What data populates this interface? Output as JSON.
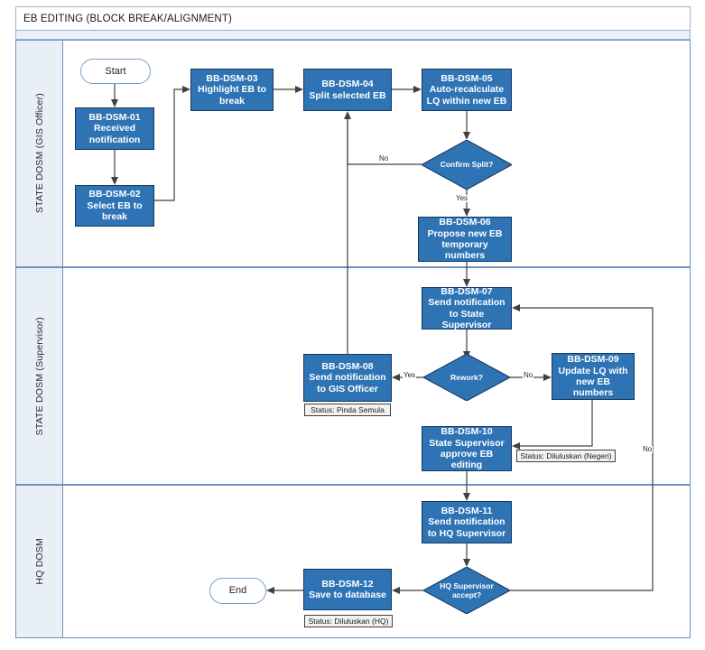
{
  "pool": {
    "title": "EB EDITING (BLOCK BREAK/ALIGNMENT)"
  },
  "lanes": [
    {
      "id": "lane-gis-officer",
      "label": "STATE DOSM (GIS Officer)"
    },
    {
      "id": "lane-state-supervisor",
      "label": "STATE DOSM (Supervisor)"
    },
    {
      "id": "lane-hq-dosm",
      "label": "HQ DOSM"
    }
  ],
  "nodes": {
    "start": {
      "label": "Start"
    },
    "end": {
      "label": "End"
    },
    "dsm01": {
      "code": "BB-DSM-01",
      "line1": "Received",
      "line2": "notification"
    },
    "dsm02": {
      "code": "BB-DSM-02",
      "line1": "Select EB to break"
    },
    "dsm03": {
      "code": "BB-DSM-03",
      "line1": "Highlight EB to",
      "line2": "break"
    },
    "dsm04": {
      "code": "BB-DSM-04",
      "line1": "Split selected EB"
    },
    "dsm05": {
      "code": "BB-DSM-05",
      "line1": "Auto-recalculate",
      "line2": "LQ within new EB"
    },
    "dsm06": {
      "code": "BB-DSM-06",
      "line1": "Propose new EB",
      "line2": "temporary numbers"
    },
    "dsm07": {
      "code": "BB-DSM-07",
      "line1": "Send notification",
      "line2": "to State Supervisor"
    },
    "dsm08": {
      "code": "BB-DSM-08",
      "line1": "Send notification",
      "line2": "to GIS Officer"
    },
    "dsm09": {
      "code": "BB-DSM-09",
      "line1": "Update LQ with",
      "line2": "new EB numbers"
    },
    "dsm10": {
      "code": "BB-DSM-10",
      "line1": "State Supervisor",
      "line2": "approve EB editing"
    },
    "dsm11": {
      "code": "BB-DSM-11",
      "line1": "Send notification",
      "line2": "to HQ Supervisor"
    },
    "dsm12": {
      "code": "BB-DSM-12",
      "line1": "Save to database"
    }
  },
  "decisions": {
    "confirm_split": {
      "line1": "Confirm Split?"
    },
    "rework": {
      "line1": "Rework?"
    },
    "hq_accept": {
      "line1": "HQ Supervisor",
      "line2": "accept?"
    }
  },
  "statuses": {
    "pinda_semula": {
      "label": "Status: Pinda Semula"
    },
    "diluluskan_negeri": {
      "label": "Status: Diluluskan (Negeri)"
    },
    "diluluskan_hq": {
      "label": "Status: Diluluskan (HQ)"
    }
  },
  "edge_labels": {
    "confirm_no": "No",
    "confirm_yes": "Yes",
    "rework_yes": "Yes",
    "rework_no": "No",
    "hq_no": "No"
  },
  "colors": {
    "process_fill": "#2e74b5",
    "process_border": "#17365d",
    "lane_header_fill": "#e9eff6",
    "lane_border": "#6f92bd",
    "connector": "#404040",
    "status_fill": "#f2f2f2"
  }
}
